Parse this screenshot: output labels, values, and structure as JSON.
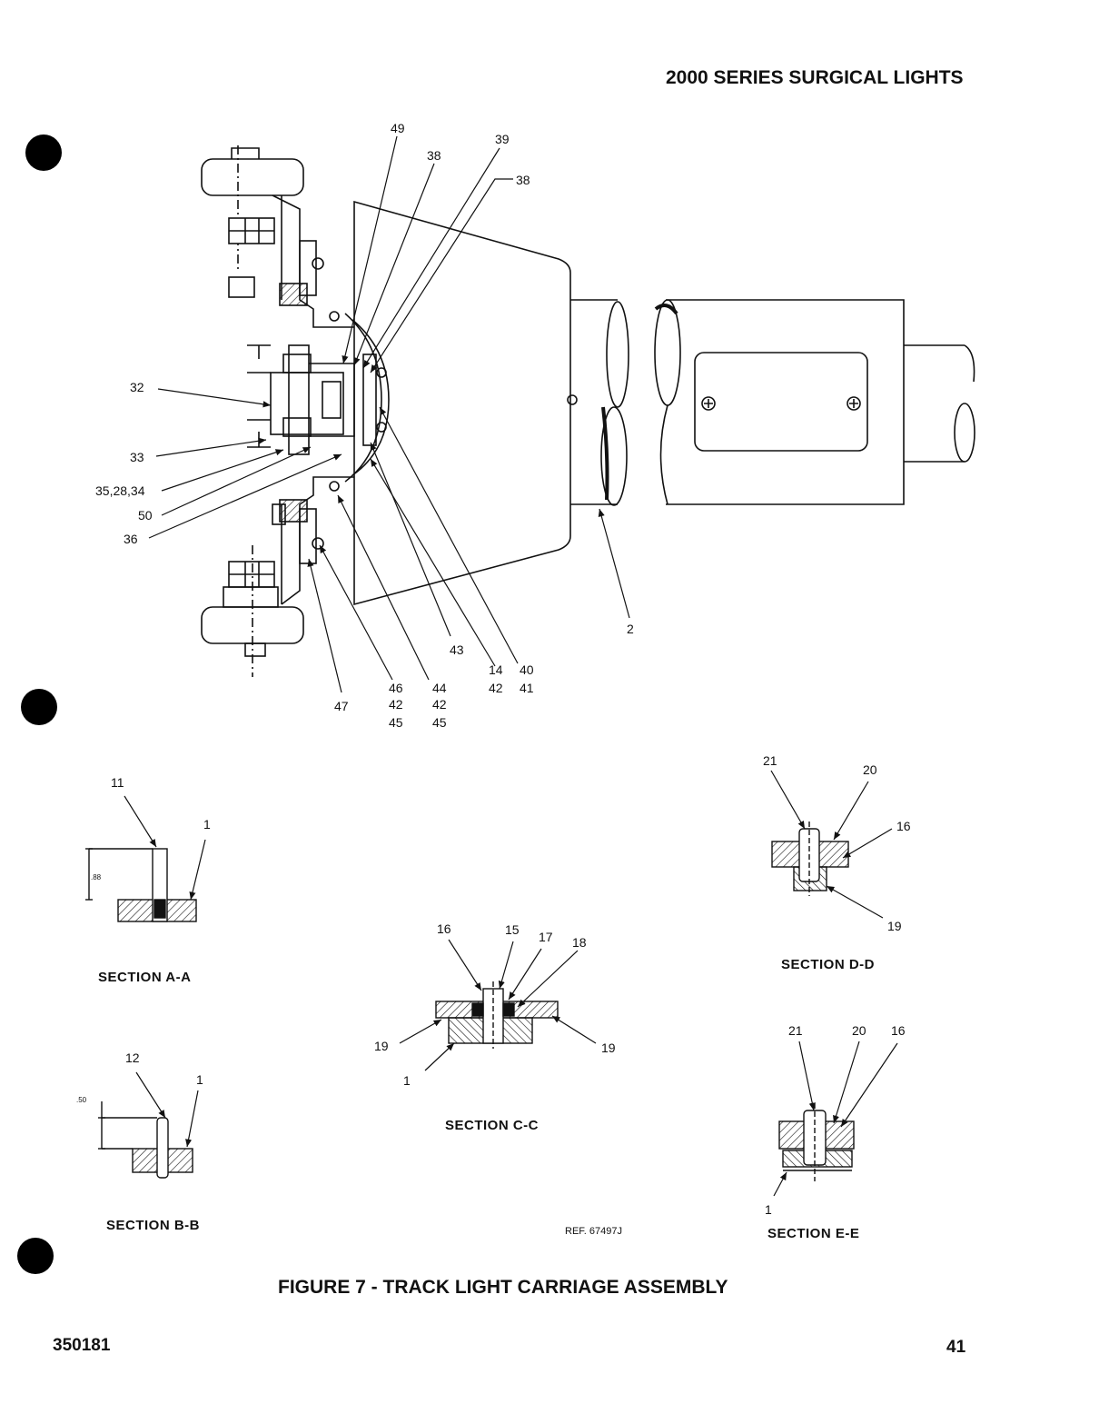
{
  "header": {
    "title": "2000 SERIES SURGICAL LIGHTS"
  },
  "callouts": {
    "main": [
      "49",
      "38",
      "39",
      "38",
      "32",
      "33",
      "35,28,34",
      "50",
      "36",
      "43",
      "14",
      "40",
      "42",
      "41",
      "46",
      "42",
      "45",
      "44",
      "42",
      "45",
      "47",
      "2"
    ],
    "section_aa": [
      "11",
      "1",
      ".88"
    ],
    "section_bb": [
      "12",
      "1",
      ".50"
    ],
    "section_cc": [
      "16",
      "15",
      "17",
      "18",
      "19",
      "19",
      "1"
    ],
    "section_dd": [
      "21",
      "20",
      "16",
      "19"
    ],
    "section_ee": [
      "21",
      "20",
      "16",
      "1"
    ]
  },
  "sections": {
    "aa": "SECTION A-A",
    "bb": "SECTION B-B",
    "cc": "SECTION C-C",
    "dd": "SECTION D-D",
    "ee": "SECTION E-E"
  },
  "ref": "REF. 67497J",
  "caption": "FIGURE 7 - TRACK LIGHT CARRIAGE ASSEMBLY",
  "footer": {
    "doc_number": "350181",
    "page_number": "41"
  }
}
